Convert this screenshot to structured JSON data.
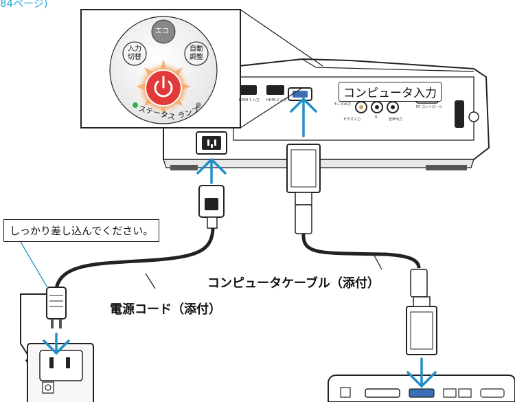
{
  "header": {
    "reference": "84ページ)"
  },
  "panel": {
    "eco_label": "エコ",
    "input_label_1": "入力",
    "input_label_2": "切替",
    "auto_label_1": "自動",
    "auto_label_2": "調整",
    "status_label": "ステータス",
    "lamp_label": "ランプ"
  },
  "projector": {
    "hdmi1_label": "HDMI 1 入力",
    "hdmi2_label": "HDMI 2 入力",
    "monitor_label": "モニタ出力",
    "video_label": "ビデオ入力",
    "audio_label": "音声出力",
    "pc_control_label": "PC コントロール",
    "r_label": "R"
  },
  "labels": {
    "computer_input": "コンピュータ入力",
    "plug_instruction": "しっかり差し込んでください。",
    "power_cord": "電源コード（添付）",
    "computer_cable": "コンピュータケーブル（添付）"
  },
  "colors": {
    "arrow": "#1f8fc8",
    "power_button": "#e23a3a",
    "glow": "#f3a96a",
    "link_text": "#2aa9d8",
    "status_led": "#2fb24a"
  }
}
